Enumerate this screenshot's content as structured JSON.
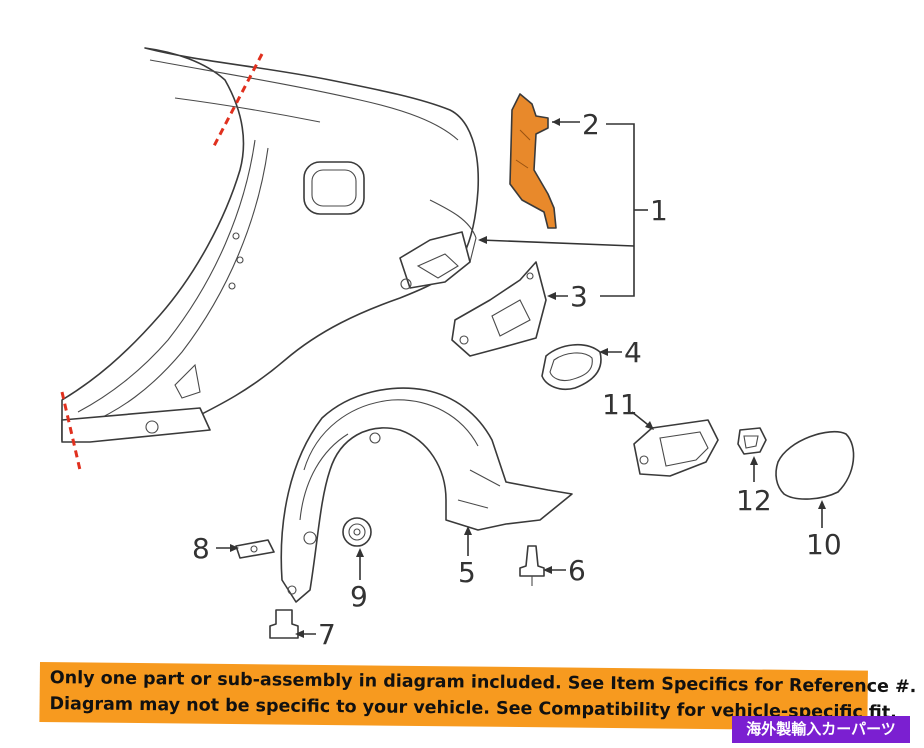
{
  "colors": {
    "highlight_part": "#e8892b",
    "cut_line": "#e0301e",
    "banner_bg": "#f79a1f",
    "badge_bg": "#7b1fd1",
    "line": "#3a3a3a"
  },
  "callouts": [
    "1",
    "2",
    "3",
    "4",
    "5",
    "6",
    "7",
    "8",
    "9",
    "10",
    "11",
    "12"
  ],
  "banner": {
    "line1": "Only one part or sub-assembly in diagram included. See Item Specifics for Reference #.",
    "line2": "Diagram may not be specific to your vehicle. See Compatibility for vehicle-specific fit."
  },
  "badge": "海外製輸入カーパーツ"
}
